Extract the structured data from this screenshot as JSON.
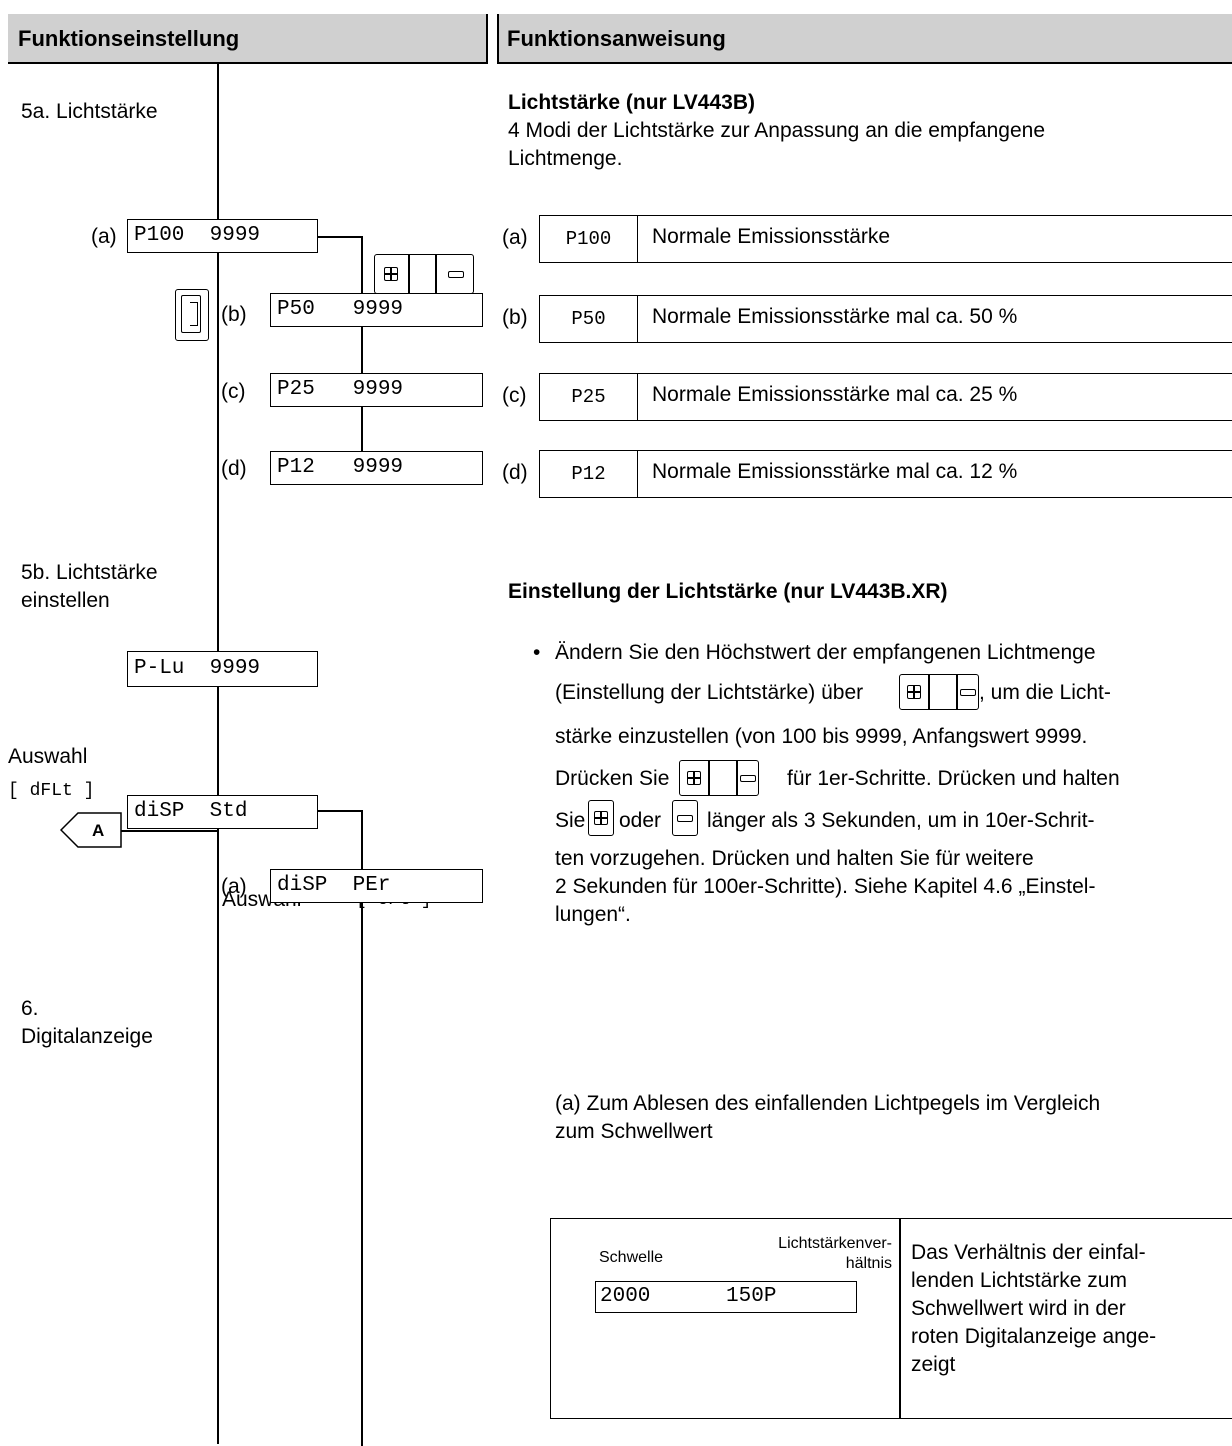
{
  "headers": {
    "left": "Funktionseinstellung",
    "right": "Funktionsanweisung"
  },
  "left": {
    "section_5a": "5a. Lichtstärke",
    "section_5b_line1": "5b. Lichtstärke",
    "section_5b_line2": "einstellen",
    "section_6_line1": "6.",
    "section_6_line2": "Digitalanzeige",
    "auswahl_left": "Auswahl",
    "auswahl_left_code": "[ dFLt ]",
    "auswahl_right": "Auswahl",
    "auswahl_right_code": "[ oPt ]",
    "marker_a": "A",
    "displays": {
      "a_label": "(a)",
      "a_val": "P100  9999",
      "b_label": "(b)",
      "b_val": "P50   9999",
      "c_label": "(c)",
      "c_val": "P25   9999",
      "d_label": "(d)",
      "d_val": "P12   9999",
      "plu_val": "P-Lu  9999",
      "disp_std": "diSP  Std",
      "disp_per_label": "(a)",
      "disp_per": "diSP  PEr"
    }
  },
  "right": {
    "title1": "Lichtstärke (nur LV443B)",
    "desc1_line1": "4 Modi der Lichtstärke zur Anpassung an die empfangene",
    "desc1_line2": "Lichtmenge.",
    "table": [
      {
        "label": "(a)",
        "code": "P100",
        "desc": "Normale Emissionsstärke"
      },
      {
        "label": "(b)",
        "code": "P50",
        "desc": "Normale Emissionsstärke mal ca. 50 %"
      },
      {
        "label": "(c)",
        "code": "P25",
        "desc": "Normale Emissionsstärke mal ca. 25 %"
      },
      {
        "label": "(d)",
        "code": "P12",
        "desc": "Normale Emissionsstärke mal ca. 12 %"
      }
    ],
    "title2": "Einstellung der Lichtstärke (nur LV443B.XR)",
    "bullet": "•",
    "p_l1": "Ändern Sie den Höchstwert der empfangenen Lichtmenge",
    "p_l2a": "(Einstellung der Lichtstärke) über",
    "p_l2b": ", um die Licht-",
    "p_l3": "stärke einzustellen (von 100 bis 9999, Anfangswert 9999.",
    "p_l4a": "Drücken Sie",
    "p_l4b": "für 1er-Schritte. Drücken und halten",
    "p_l5a": "Sie",
    "p_l5b": "oder",
    "p_l5c": "länger als 3 Sekunden, um in 10er-Schrit-",
    "p_l6": "ten vorzugehen. Drücken und halten Sie für weitere",
    "p_l7": "2 Sekunden für 100er-Schritte). Siehe Kapitel 4.6 „Einstel-",
    "p_l8": "lungen“.",
    "note_l1": "(a) Zum Ablesen des einfallenden Lichtpegels im Vergleich",
    "note_l2": "zum Schwellwert",
    "box": {
      "schwelle": "Schwelle",
      "ratio_l1": "Lichtstärkenver-",
      "ratio_l2": "hältnis",
      "display": "2000      150P",
      "desc_l1": "Das Verhältnis der einfal-",
      "desc_l2": "lenden Lichtstärke zum",
      "desc_l3": "Schwellwert wird in der",
      "desc_l4": "roten Digitalanzeige ange-",
      "desc_l5": "zeigt"
    }
  }
}
